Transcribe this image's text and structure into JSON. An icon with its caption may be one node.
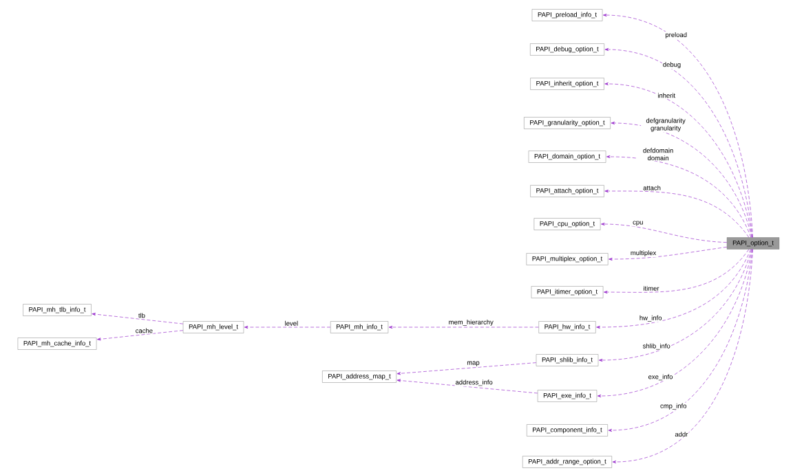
{
  "diagram": {
    "nodes": [
      {
        "text": [
          "PAPI_option_t"
        ]
      },
      {
        "text": [
          "PAPI_preload_info_t"
        ]
      },
      {
        "text": [
          "PAPI_debug_option_t"
        ]
      },
      {
        "text": [
          "PAPI_inherit_option_t"
        ]
      },
      {
        "text": [
          "PAPI_granularity_option_t"
        ]
      },
      {
        "text": [
          "PAPI_domain_option_t"
        ]
      },
      {
        "text": [
          "PAPI_attach_option_t"
        ]
      },
      {
        "text": [
          "PAPI_cpu_option_t"
        ]
      },
      {
        "text": [
          "PAPI_multiplex_option_t"
        ]
      },
      {
        "text": [
          "PAPI_itimer_option_t"
        ]
      },
      {
        "text": [
          "PAPI_hw_info_t"
        ]
      },
      {
        "text": [
          "PAPI_shlib_info_t"
        ]
      },
      {
        "text": [
          "PAPI_exe_info_t"
        ]
      },
      {
        "text": [
          "PAPI_component_info_t"
        ]
      },
      {
        "text": [
          "PAPI_addr_range_option_t"
        ]
      },
      {
        "text": [
          "PAPI_mh_info_t"
        ]
      },
      {
        "text": [
          "PAPI_address_map_t"
        ]
      },
      {
        "text": [
          "PAPI_mh_level_t"
        ]
      },
      {
        "text": [
          "PAPI_mh_tlb_info_t"
        ]
      },
      {
        "text": [
          "PAPI_mh_cache_info_t"
        ]
      }
    ],
    "edges": [
      {
        "from": 0,
        "to": 1,
        "arrow": "to",
        "label": "preload",
        "style": "dashed"
      },
      {
        "from": 0,
        "to": 2,
        "arrow": "to",
        "label": "debug",
        "style": "dashed"
      },
      {
        "from": 0,
        "to": 3,
        "arrow": "to",
        "label": "inherit",
        "style": "dashed"
      },
      {
        "from": 0,
        "to": 4,
        "arrow": "to",
        "label": "defgranularity granularity",
        "style": "dashed"
      },
      {
        "from": 0,
        "to": 5,
        "arrow": "to",
        "label": "defdomain domain",
        "style": "dashed"
      },
      {
        "from": 0,
        "to": 6,
        "arrow": "to",
        "label": "attach",
        "style": "dashed"
      },
      {
        "from": 0,
        "to": 7,
        "arrow": "to",
        "label": "cpu",
        "style": "dashed"
      },
      {
        "from": 0,
        "to": 8,
        "arrow": "to",
        "label": "multiplex",
        "style": "dashed"
      },
      {
        "from": 0,
        "to": 9,
        "arrow": "to",
        "label": "itimer",
        "style": "dashed"
      },
      {
        "from": 0,
        "to": 10,
        "arrow": "to",
        "label": "hw_info",
        "style": "dashed"
      },
      {
        "from": 0,
        "to": 11,
        "arrow": "to",
        "label": "shlib_info",
        "style": "dashed"
      },
      {
        "from": 0,
        "to": 12,
        "arrow": "to",
        "label": "exe_info",
        "style": "dashed"
      },
      {
        "from": 0,
        "to": 13,
        "arrow": "to",
        "label": "cmp_info",
        "style": "dashed"
      },
      {
        "from": 0,
        "to": 14,
        "arrow": "to",
        "label": "addr",
        "style": "dashed"
      },
      {
        "from": 10,
        "to": 15,
        "arrow": "to",
        "label": "mem_hierarchy",
        "style": "dashed"
      },
      {
        "from": 15,
        "to": 17,
        "arrow": "to",
        "label": "level",
        "style": "dashed"
      },
      {
        "from": 17,
        "to": 18,
        "arrow": "to",
        "label": "tlb",
        "style": "dashed"
      },
      {
        "from": 17,
        "to": 19,
        "arrow": "to",
        "label": "cache",
        "style": "dashed"
      },
      {
        "from": 11,
        "to": 16,
        "arrow": "to",
        "label": "map",
        "style": "dashed"
      },
      {
        "from": 12,
        "to": 16,
        "arrow": "to",
        "label": "address_info",
        "style": "dashed"
      }
    ]
  }
}
